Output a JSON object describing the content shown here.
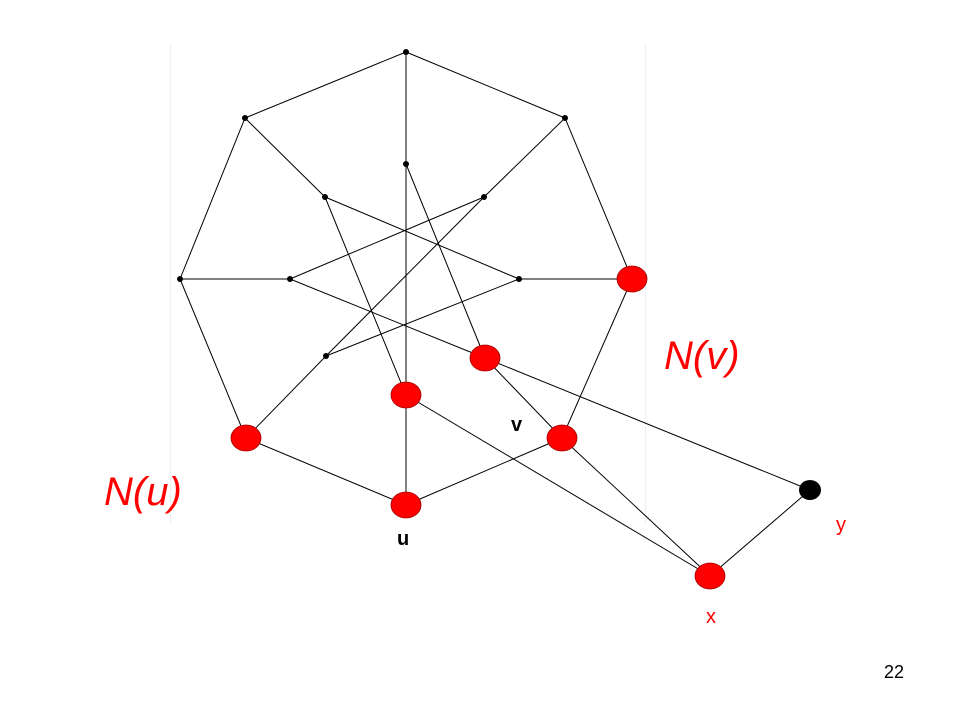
{
  "colors": {
    "highlight": "#ff0000",
    "edge": "#000000",
    "node": "#000000",
    "background": "#ffffff"
  },
  "labels": {
    "n_v": "N(v)",
    "n_u": "N(u)",
    "v": "v",
    "u": "u",
    "x": "x",
    "y": "y"
  },
  "page_number": "22",
  "graph": {
    "nodes": [
      {
        "id": "top"
      },
      {
        "id": "outer-upper-left"
      },
      {
        "id": "outer-upper-right"
      },
      {
        "id": "outer-left"
      },
      {
        "id": "outer-right",
        "highlight": true
      },
      {
        "id": "outer-lower-left",
        "highlight": true
      },
      {
        "id": "outer-lower-right",
        "highlight": true
      },
      {
        "id": "u",
        "highlight": true
      },
      {
        "id": "inner-top"
      },
      {
        "id": "inner-upper-left"
      },
      {
        "id": "inner-upper-right"
      },
      {
        "id": "inner-left"
      },
      {
        "id": "inner-right"
      },
      {
        "id": "inner-lower-left"
      },
      {
        "id": "inner-lower-right",
        "highlight": true
      },
      {
        "id": "inner-bottom",
        "highlight": true
      },
      {
        "id": "x",
        "highlight": true
      },
      {
        "id": "y",
        "large_black": true
      }
    ],
    "edges": [
      [
        "top",
        "outer-upper-left"
      ],
      [
        "top",
        "outer-upper-right"
      ],
      [
        "outer-upper-left",
        "outer-left"
      ],
      [
        "outer-upper-right",
        "outer-right"
      ],
      [
        "outer-left",
        "outer-lower-left"
      ],
      [
        "outer-right",
        "outer-lower-right"
      ],
      [
        "outer-lower-left",
        "u"
      ],
      [
        "outer-lower-right",
        "u"
      ],
      [
        "top",
        "inner-top"
      ],
      [
        "outer-upper-left",
        "inner-upper-left"
      ],
      [
        "outer-upper-right",
        "inner-upper-right"
      ],
      [
        "outer-left",
        "inner-left"
      ],
      [
        "outer-right",
        "inner-right"
      ],
      [
        "outer-lower-left",
        "inner-lower-left"
      ],
      [
        "outer-lower-right",
        "inner-lower-right"
      ],
      [
        "u",
        "inner-bottom"
      ],
      [
        "inner-top",
        "inner-lower-right"
      ],
      [
        "inner-top",
        "inner-bottom"
      ],
      [
        "inner-upper-left",
        "inner-right"
      ],
      [
        "inner-upper-left",
        "inner-bottom"
      ],
      [
        "inner-upper-right",
        "inner-left"
      ],
      [
        "inner-upper-right",
        "inner-lower-left"
      ],
      [
        "inner-left",
        "inner-lower-right"
      ],
      [
        "inner-right",
        "inner-lower-left"
      ],
      [
        "inner-bottom",
        "x"
      ],
      [
        "outer-lower-right",
        "x"
      ],
      [
        "inner-lower-right",
        "y"
      ],
      [
        "x",
        "y"
      ]
    ]
  }
}
